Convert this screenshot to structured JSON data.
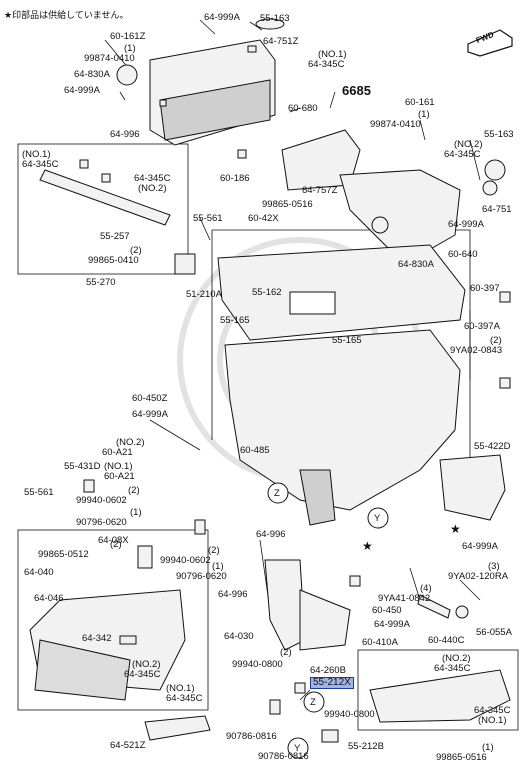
{
  "note": "★印部品は供給していません。",
  "badge": "FWD",
  "labels": {
    "l_55_163a": "55-163",
    "l_64_999a_t": "64-999A",
    "l_60_161z": "60-161Z",
    "l_64_751z": "64-751Z",
    "l_1a": "(1)",
    "l_99874_0410a": "99874-0410",
    "l_no1a": "(NO.1)",
    "l_64_345c_a": "64-345C",
    "l_64_830a_l": "64-830A",
    "l_64_999a_l": "64-999A",
    "l_6685": "6685",
    "l_60_680": "60-680",
    "l_64_996a": "64-996",
    "l_60_186": "60-186",
    "l_60_161": "60-161",
    "l_1b": "(1)",
    "l_99874_0410b": "99874-0410",
    "l_no2a": "(NO.2)",
    "l_64_345c_b": "64-345C",
    "l_55_163b": "55-163",
    "l_no1b": "(NO.1)",
    "l_64_345c_c": "64-345C",
    "l_64_345c_d": "64-345C",
    "l_no2b": "(NO.2)",
    "l_64_757z": "64-757Z",
    "l_99865_0516a": "99865-0516",
    "l_64_751": "64-751",
    "l_64_999a_r": "64-999A",
    "l_55_257": "55-257",
    "l_2a": "(2)",
    "l_99865_0410": "99865-0410",
    "l_55_270": "55-270",
    "l_55_561a": "55-561",
    "l_60_42x": "60-42X",
    "l_64_830a_m": "64-830A",
    "l_60_640": "60-640",
    "l_51_210a": "51-210A",
    "l_55_162": "55-162",
    "l_55_165a": "55-165",
    "l_60_397": "60-397",
    "l_60_397a": "60-397A",
    "l_55_165b": "55-165",
    "l_2b": "(2)",
    "l_9ya02_0843": "9YA02-0843",
    "l_60_450z": "60-450Z",
    "l_64_999a_m": "64-999A",
    "l_no2c": "(NO.2)",
    "l_60_a21a": "60-A21",
    "l_60_485": "60-485",
    "l_55_422d": "55-422D",
    "l_55_431d": "55-431D",
    "l_no1c": "(NO.1)",
    "l_60_a21b": "60-A21",
    "l_55_561b": "55-561",
    "l_2c": "(2)",
    "l_99940_0602a": "99940-0602",
    "l_1c": "(1)",
    "l_90796_0620a": "90796-0620",
    "l_z1": "Z",
    "l_y1": "Y",
    "l_64_999a_r2": "64-999A",
    "l_2d": "(2)",
    "l_99865_0512": "99865-0512",
    "l_64_08x": "64-08X",
    "l_2e": "(2)",
    "l_99940_0602b": "99940-0602",
    "l_1d": "(1)",
    "l_90796_0620b": "90796-0620",
    "l_64_996b": "64-996",
    "l_64_040": "64-040",
    "l_64_046": "64-046",
    "l_64_996c": "64-996",
    "l_9ya41_0842": "9YA41-0842",
    "l_4": "(4)",
    "l_3": "(3)",
    "l_9ya02_120ra": "9YA02-120RA",
    "l_60_450": "60-450",
    "l_64_999a_b": "64-999A",
    "l_64_342": "64-342",
    "l_64_030": "64-030",
    "l_60_410a": "60-410A",
    "l_60_440c": "60-440C",
    "l_56_055a": "56-055A",
    "l_no2d": "(NO.2)",
    "l_64_345c_e": "64-345C",
    "l_no1d": "(NO.1)",
    "l_64_345c_f": "64-345C",
    "l_99940_0800a": "99940-0800",
    "l_2f": "(2)",
    "l_64_260b": "64-260B",
    "l_55_212x": "55-212X",
    "l_no2e": "(NO.2)",
    "l_64_345c_g": "64-345C",
    "l_z2": "Z",
    "l_64_345c_h": "64-345C",
    "l_no1e": "(NO.1)",
    "l_99940_0800b": "99940-0800",
    "l_90786_0816a": "90786-0816",
    "l_y2": "Y",
    "l_64_521z": "64-521Z",
    "l_90786_0816b": "90786-0816",
    "l_55_212b": "55-212B",
    "l_1e": "(1)",
    "l_99865_0516b": "99865-0516"
  },
  "colors": {
    "highlight": "#9fb4e8",
    "highlight_border": "#1a3c9a",
    "line": "#111111",
    "watermark": "#e4e4e4"
  }
}
